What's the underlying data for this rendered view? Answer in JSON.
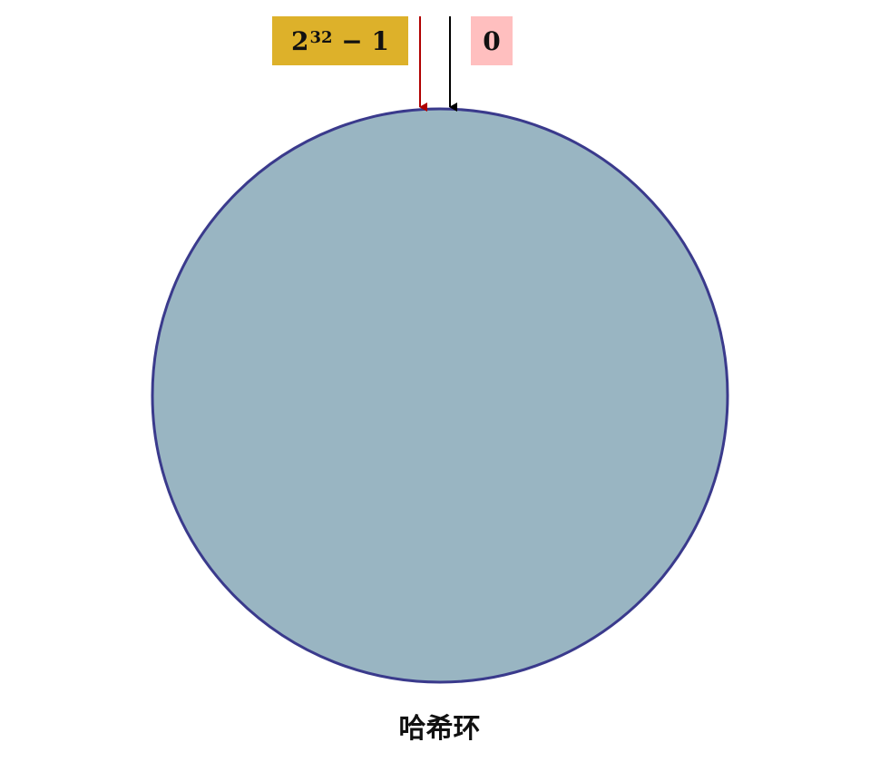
{
  "labels": {
    "max_base": "2",
    "max_exponent": "32",
    "max_suffix": " − 1",
    "zero": "0"
  },
  "caption": "哈希环",
  "colors": {
    "ring_fill": "#99B5C2",
    "ring_stroke": "#3A3A8C",
    "max_box": "#DDB12A",
    "zero_box": "#FFBFBF",
    "max_arrow": "#B00000",
    "zero_arrow": "#000000"
  }
}
